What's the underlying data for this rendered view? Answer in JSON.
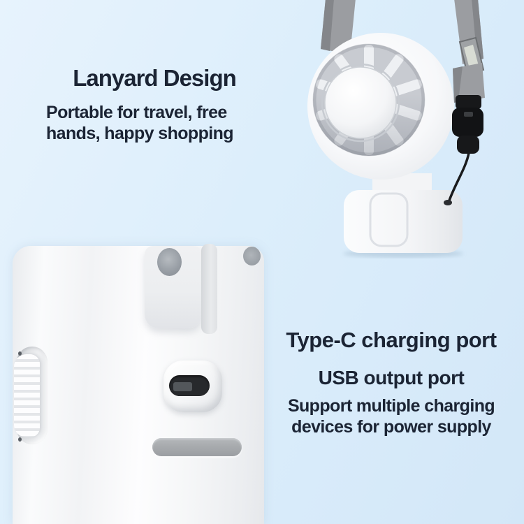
{
  "image_type": "e-commerce product feature graphic",
  "product": "portable hanging-neck fan",
  "sections": {
    "lanyard": {
      "title": "Lanyard Design",
      "subtitle_lines": [
        "Portable for travel, free",
        "hands, happy shopping"
      ]
    },
    "charging": {
      "title": "Type-C charging port",
      "subtitle": "USB output port",
      "description_lines": [
        "Support multiple charging",
        "devices for power supply"
      ]
    }
  },
  "photos": {
    "top": "white neck fan head with gray lanyard straps and black clasp",
    "bottom": "close-up of fan handle: folding hinge, scroll wheel, Type-C port, USB slot"
  },
  "colors": {
    "background": "#dceefb",
    "background_light": "#e7f3fd",
    "background_deep": "#d3e7f8",
    "text": "#1b2434",
    "strap_gray": "#9b9da1",
    "strap_gray_dark": "#84868a",
    "device_white": "#fbfcfd",
    "port_dark": "#27292c",
    "slot_gray": "#a8abae",
    "clasp_black": "#17181a"
  }
}
